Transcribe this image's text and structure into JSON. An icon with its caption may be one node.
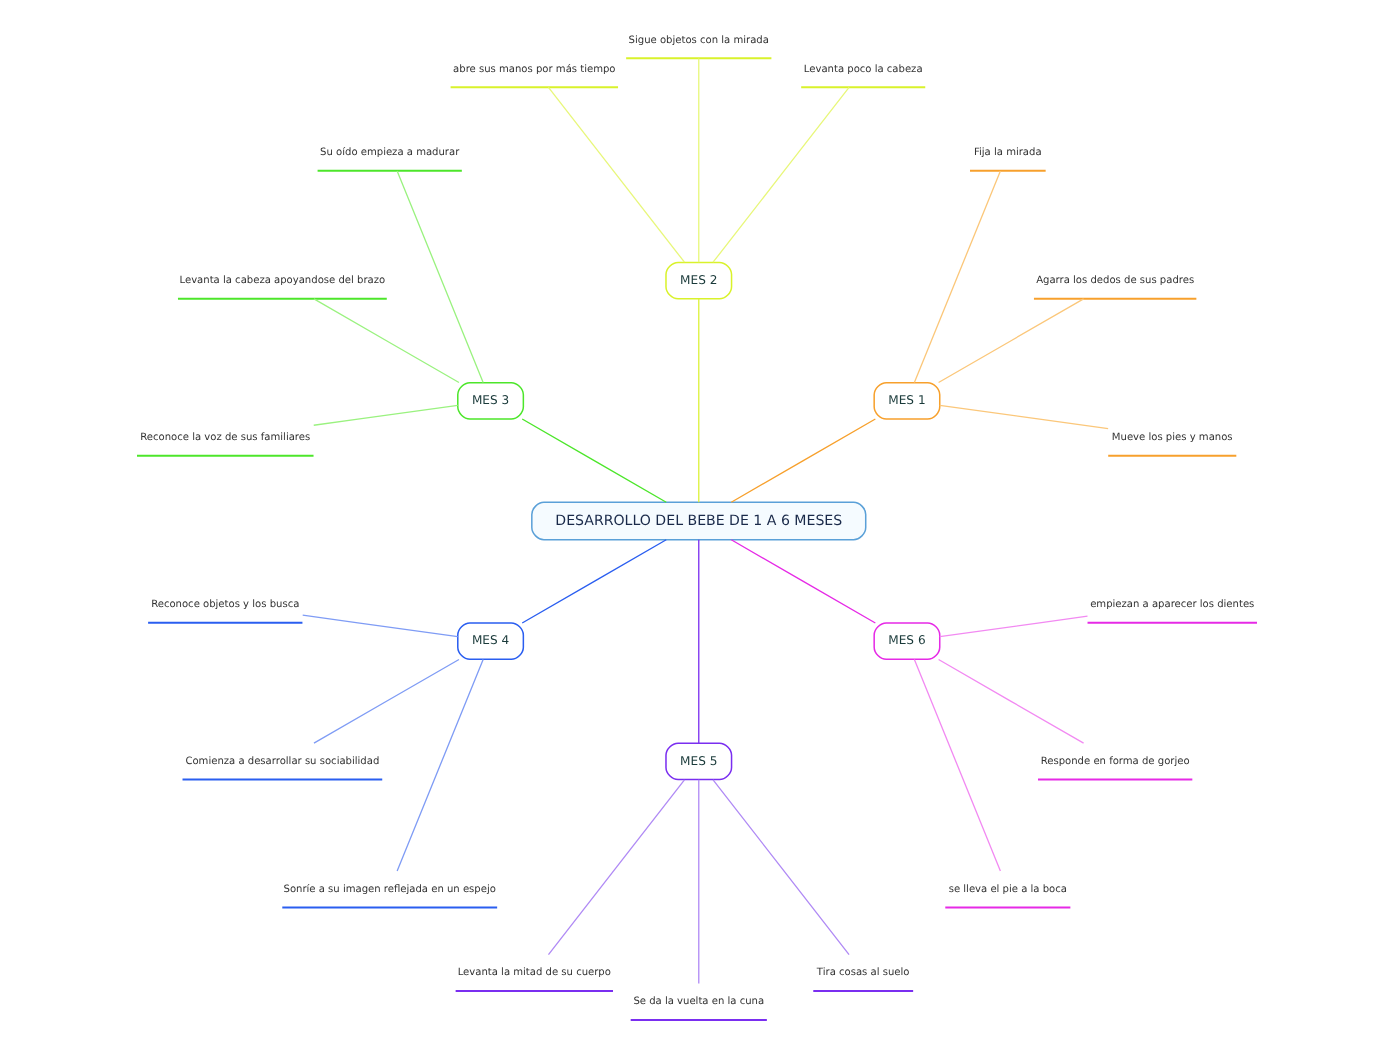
{
  "diagram": {
    "nodes": [
      {
        "text": [
          "DESARROLLO DEL BEBE DE 1 A 6 MESES"
        ]
      },
      {
        "text": [
          "MES 1"
        ]
      },
      {
        "text": [
          "Mueve los pies y manos"
        ]
      },
      {
        "text": [
          "Agarra los dedos de sus padres"
        ]
      },
      {
        "text": [
          "Fija la mirada"
        ]
      },
      {
        "text": [
          "MES 2"
        ]
      },
      {
        "text": [
          "Levanta poco la cabeza"
        ]
      },
      {
        "text": [
          "Sigue objetos con la mirada"
        ]
      },
      {
        "text": [
          "abre sus manos por más tiempo"
        ]
      },
      {
        "text": [
          "MES 3"
        ]
      },
      {
        "text": [
          "Su oído empieza a madurar"
        ]
      },
      {
        "text": [
          "Levanta la cabeza apoyandose del brazo"
        ]
      },
      {
        "text": [
          "Reconoce la voz de sus familiares"
        ]
      },
      {
        "text": [
          "MES 4"
        ]
      },
      {
        "text": [
          "Reconoce objetos y los busca"
        ]
      },
      {
        "text": [
          "Comienza a desarrollar su sociabilidad"
        ]
      },
      {
        "text": [
          "Sonríe a su imagen reflejada en un espejo"
        ]
      },
      {
        "text": [
          "MES 5"
        ]
      },
      {
        "text": [
          "Levanta la mitad de su cuerpo"
        ]
      },
      {
        "text": [
          "Se da la vuelta en la cuna"
        ]
      },
      {
        "text": [
          "Tira cosas al suelo"
        ]
      },
      {
        "text": [
          "MES 6"
        ]
      },
      {
        "text": [
          "se lleva el pie a la boca"
        ]
      },
      {
        "text": [
          "Responde en forma de gorjeo"
        ]
      },
      {
        "text": [
          "empiezan a aparecer los dientes"
        ]
      }
    ],
    "edges": [
      {
        "from": 0,
        "to": 1,
        "arrow": "none",
        "color": "#f7a02c"
      },
      {
        "from": 1,
        "to": 2,
        "arrow": "none",
        "color": "#fbc77a"
      },
      {
        "from": 1,
        "to": 3,
        "arrow": "none",
        "color": "#fbc77a"
      },
      {
        "from": 1,
        "to": 4,
        "arrow": "none",
        "color": "#fbc77a"
      },
      {
        "from": 0,
        "to": 5,
        "arrow": "none",
        "color": "#dcf23a"
      },
      {
        "from": 5,
        "to": 6,
        "arrow": "none",
        "color": "#e8f77a"
      },
      {
        "from": 5,
        "to": 7,
        "arrow": "none",
        "color": "#e8f77a"
      },
      {
        "from": 5,
        "to": 8,
        "arrow": "none",
        "color": "#e8f77a"
      },
      {
        "from": 0,
        "to": 9,
        "arrow": "none",
        "color": "#4ce62a"
      },
      {
        "from": 9,
        "to": 10,
        "arrow": "none",
        "color": "#9af27f"
      },
      {
        "from": 9,
        "to": 11,
        "arrow": "none",
        "color": "#9af27f"
      },
      {
        "from": 9,
        "to": 12,
        "arrow": "none",
        "color": "#9af27f"
      },
      {
        "from": 0,
        "to": 13,
        "arrow": "none",
        "color": "#2a5ef0"
      },
      {
        "from": 13,
        "to": 14,
        "arrow": "none",
        "color": "#7f9cf5"
      },
      {
        "from": 13,
        "to": 15,
        "arrow": "none",
        "color": "#7f9cf5"
      },
      {
        "from": 13,
        "to": 16,
        "arrow": "none",
        "color": "#7f9cf5"
      },
      {
        "from": 0,
        "to": 17,
        "arrow": "none",
        "color": "#7a2ef0"
      },
      {
        "from": 17,
        "to": 18,
        "arrow": "none",
        "color": "#b08af5"
      },
      {
        "from": 17,
        "to": 19,
        "arrow": "none",
        "color": "#b08af5"
      },
      {
        "from": 17,
        "to": 20,
        "arrow": "none",
        "color": "#b08af5"
      },
      {
        "from": 0,
        "to": 21,
        "arrow": "none",
        "color": "#e62ae6"
      },
      {
        "from": 21,
        "to": 22,
        "arrow": "none",
        "color": "#f28af2"
      },
      {
        "from": 21,
        "to": 23,
        "arrow": "none",
        "color": "#f28af2"
      },
      {
        "from": 21,
        "to": 24,
        "arrow": "none",
        "color": "#f28af2"
      }
    ]
  }
}
